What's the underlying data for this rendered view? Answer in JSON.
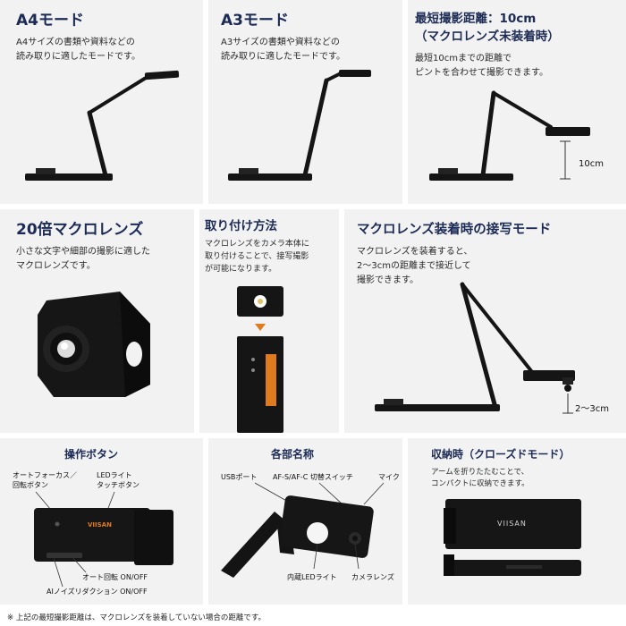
{
  "panels": {
    "a4": {
      "title": "A4モード",
      "desc": "A4サイズの書類や資料などの\n読み取りに適したモードです。"
    },
    "a3": {
      "title": "A3モード",
      "desc": "A3サイズの書類や資料などの\n読み取りに適したモードです。"
    },
    "shortest": {
      "title_line1": "最短撮影距離：10cm",
      "title_line2": "（マクロレンズ未装着時）",
      "desc": "最短10cmまでの距離で\nピントを合わせて撮影できます。",
      "distance_label": "10cm"
    },
    "macro20x": {
      "title": "20倍マクロレンズ",
      "desc": "小さな文字や細部の撮影に適した\nマクロレンズです。"
    },
    "mount": {
      "title": "取り付け方法",
      "desc": "マクロレンズをカメラ本体に\n取り付けることで、接写撮影\nが可能になります。"
    },
    "macro_mode": {
      "title": "マクロレンズ装着時の接写モード",
      "desc": "マクロレンズを装着すると、\n2～3cmの距離まで接近して\n撮影できます。",
      "distance_label": "2～3cm"
    },
    "buttons": {
      "title": "操作ボタン",
      "label_af": "オートフォーカス／\n回転ボタン",
      "label_led": "LEDライト\nタッチボタン",
      "label_rotate": "オート回転 ON/OFF",
      "label_ai": "AIノイズリダクション ON/OFF",
      "brand": "VIISAN"
    },
    "parts": {
      "title": "各部名称",
      "label_usb": "USBポート",
      "label_afs": "AF-S/AF-C 切替スイッチ",
      "label_mic": "マイク",
      "label_led": "内蔵LEDライト",
      "label_lens": "カメラレンズ"
    },
    "storage": {
      "title": "収納時（クローズドモード）",
      "desc": "アームを折りたたむことで、\nコンパクトに収納できます。",
      "brand": "VIISAN"
    }
  },
  "footer": "※ 上記の最短撮影距離は、マクロレンズを装着していない場合の距離です。",
  "colors": {
    "panel_bg": "#f2f2f2",
    "title": "#1c2b55",
    "device": "#141414",
    "accent": "#e07a1f"
  }
}
